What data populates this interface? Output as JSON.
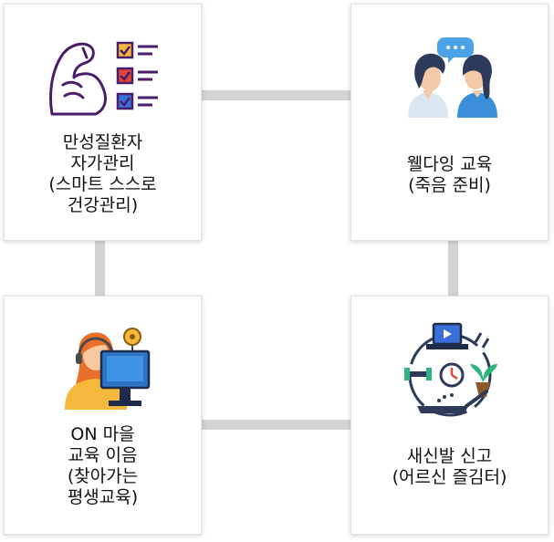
{
  "cards": [
    {
      "id": "chronic-self-care",
      "label": "만성질환자\n자가관리\n(스마트 스스로\n건강관리)",
      "icon": "fitness-checklist-icon"
    },
    {
      "id": "well-dying",
      "label": "웰다잉 교육\n(죽음 준비)",
      "icon": "conversation-icon"
    },
    {
      "id": "village-education",
      "label": "ON 마을\n교육 이음\n(찾아가는\n평생교육)",
      "icon": "online-teacher-icon"
    },
    {
      "id": "senior-new-report",
      "label": "새신발 신고\n(어르신 즐김터)",
      "icon": "leisure-activities-icon"
    }
  ],
  "colors": {
    "connector": "#d4d4d4",
    "icon_outline": "#4a1d6b",
    "checkbox_blue": "#3b6fd8",
    "checkbox_red": "#e0443a",
    "checkbox_yellow": "#f5b83d",
    "bubble_blue": "#4aa3e6",
    "hair_dark": "#2d3a5a",
    "hair_orange": "#e8702a"
  }
}
